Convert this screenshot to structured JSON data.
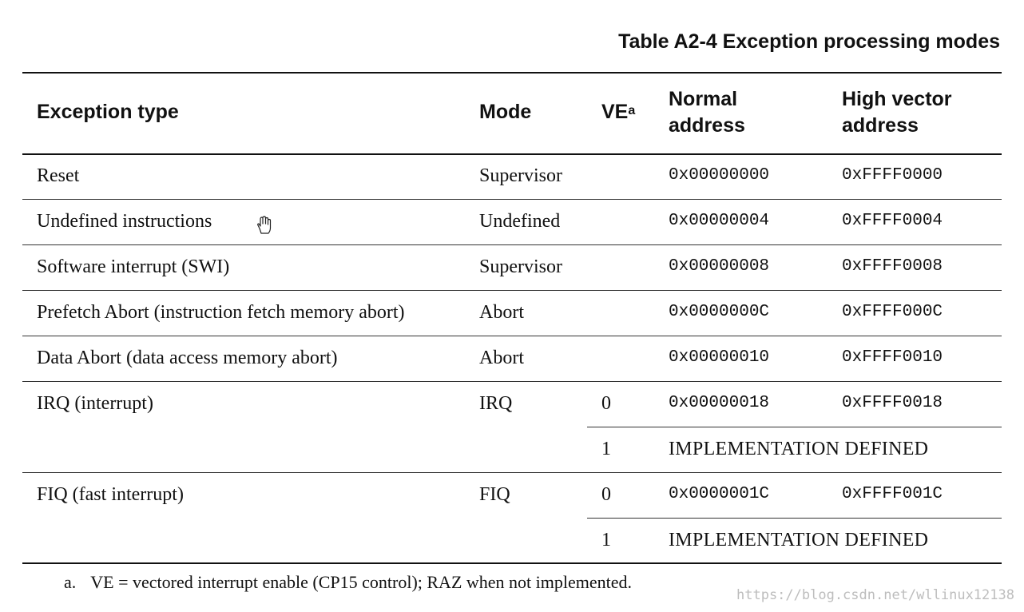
{
  "table": {
    "caption": "Table A2-4 Exception processing modes",
    "headers": {
      "exception_type": "Exception type",
      "mode": "Mode",
      "ve": "VE",
      "ve_footnote_marker": "a",
      "normal_line1": "Normal",
      "normal_line2": "address",
      "high_line1": "High vector",
      "high_line2": "address"
    },
    "rows": [
      {
        "exception": "Reset",
        "mode": "Supervisor",
        "ve": "",
        "normal": "0x00000000",
        "high": "0xFFFF0000"
      },
      {
        "exception": "Undefined instructions",
        "mode": "Undefined",
        "ve": "",
        "normal": "0x00000004",
        "high": "0xFFFF0004"
      },
      {
        "exception": "Software interrupt (SWI)",
        "mode": "Supervisor",
        "ve": "",
        "normal": "0x00000008",
        "high": "0xFFFF0008"
      },
      {
        "exception": "Prefetch Abort (instruction fetch memory abort)",
        "mode": "Abort",
        "ve": "",
        "normal": "0x0000000C",
        "high": "0xFFFF000C"
      },
      {
        "exception": "Data Abort (data access memory abort)",
        "mode": "Abort",
        "ve": "",
        "normal": "0x00000010",
        "high": "0xFFFF0010"
      },
      {
        "exception": "IRQ (interrupt)",
        "mode": "IRQ",
        "ve": "0",
        "normal": "0x00000018",
        "high": "0xFFFF0018"
      },
      {
        "exception": "",
        "mode": "",
        "ve": "1",
        "normal": "IMPLEMENTATION DEFINED",
        "high": ""
      },
      {
        "exception": "FIQ (fast interrupt)",
        "mode": "FIQ",
        "ve": "0",
        "normal": "0x0000001C",
        "high": "0xFFFF001C"
      },
      {
        "exception": "",
        "mode": "",
        "ve": "1",
        "normal": "IMPLEMENTATION DEFINED",
        "high": ""
      }
    ]
  },
  "footnote": {
    "marker": "a.",
    "text": "VE = vectored interrupt enable (CP15 control); RAZ when not implemented."
  },
  "watermark": "https://blog.csdn.net/wllinux12138",
  "icons": {
    "cursor": "hand-pointer-icon"
  }
}
